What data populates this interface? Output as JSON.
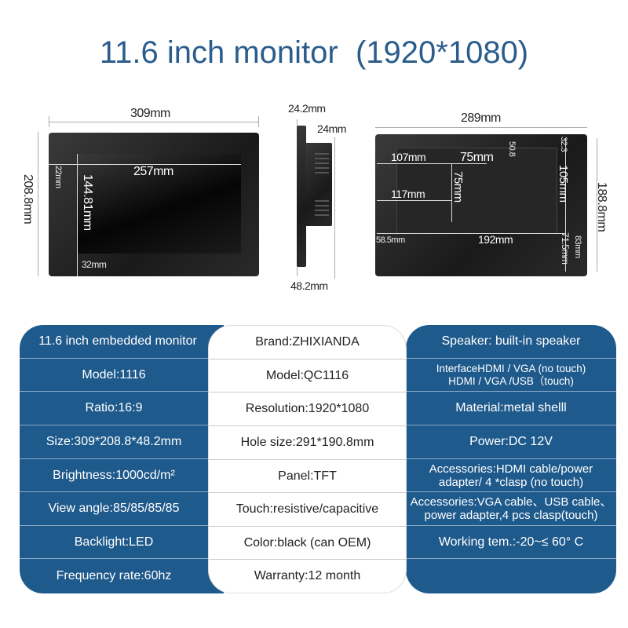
{
  "title": "11.6 inch monitor  (1920*1080)",
  "front": {
    "width": "309mm",
    "height": "208.8mm",
    "screen_width": "257mm",
    "screen_height": "144.81mm",
    "top_margin": "22mm",
    "bottom_margin": "32mm"
  },
  "side": {
    "top1": "24.2mm",
    "top2": "24mm",
    "depth": "48.2mm"
  },
  "back": {
    "width": "289mm",
    "height": "188.8mm",
    "d107": "107mm",
    "d75h": "75mm",
    "d50": "50.8",
    "d32": "32.3",
    "d105": "105mm",
    "d75v": "75mm",
    "d117": "117mm",
    "d58": "58.5mm",
    "d192": "192mm",
    "d83": "83mm",
    "d71": "71.5mm"
  },
  "specs": {
    "left": [
      "11.6 inch embedded monitor",
      "Model:1116",
      "Ratio:16:9",
      "Size:309*208.8*48.2mm",
      "Brightness:1000cd/m²",
      "View angle:85/85/85/85",
      "Backlight:LED",
      "Frequency rate:60hz"
    ],
    "middle": [
      "Brand:ZHIXIANDA",
      "Model:QC1116",
      "Resolution:1920*1080",
      "Hole size:291*190.8mm",
      "Panel:TFT",
      "Touch:resistive/capacitive",
      "Color:black (can OEM)",
      "Warranty:12 month"
    ],
    "right": [
      [
        "Speaker: built-in speaker"
      ],
      [
        "InterfaceHDMI / VGA  (no touch)",
        "HDMI / VGA /USB（touch)"
      ],
      [
        "Material:metal shelll"
      ],
      [
        "Power:DC 12V"
      ],
      [
        "Accessories:HDMI cable/power",
        "adapter/ 4 *clasp (no touch)"
      ],
      [
        "Accessories:VGA cable、USB cable、",
        "power adapter,4 pcs clasp(touch)"
      ],
      [
        "Working tem.:-20~≤ 60° C"
      ],
      []
    ]
  }
}
